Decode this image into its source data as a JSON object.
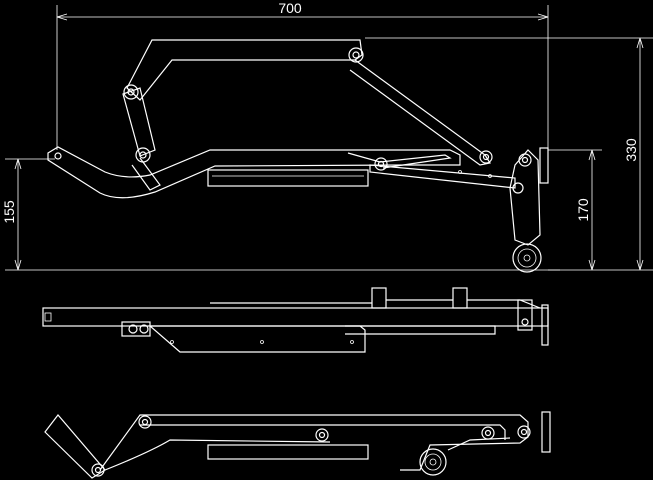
{
  "drawing": {
    "dimensions": {
      "overall_length": "700",
      "overall_height": "330",
      "pivot_height": "170",
      "rear_height": "155"
    },
    "views": [
      "raised-side-view",
      "top-view",
      "folded-side-view"
    ],
    "colors": {
      "background": "#000000",
      "line": "#ffffff"
    }
  }
}
